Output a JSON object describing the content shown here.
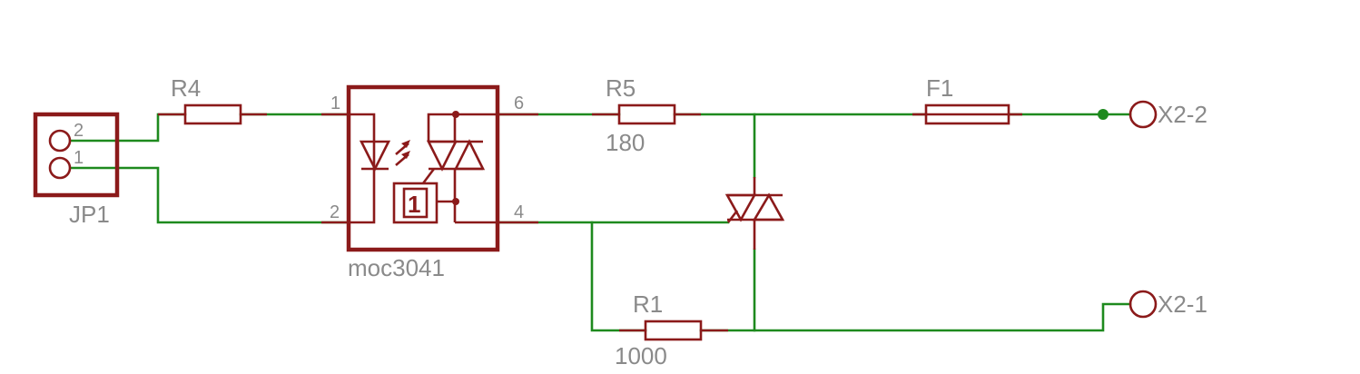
{
  "components": {
    "jp1": {
      "name": "JP1",
      "pin_top": "2",
      "pin_bottom": "1"
    },
    "r4": {
      "name": "R4"
    },
    "opto": {
      "name": "moc3041",
      "pin1": "1",
      "pin2": "2",
      "pin6": "6",
      "pin4": "4",
      "zero_cross": "1"
    },
    "r5": {
      "name": "R5",
      "value": "180"
    },
    "f1": {
      "name": "F1"
    },
    "r1": {
      "name": "R1",
      "value": "1000"
    },
    "x2_2": {
      "name": "X2-2"
    },
    "x2_1": {
      "name": "X2-1"
    }
  },
  "colors": {
    "wire": "#1e8a1e",
    "symbol": "#8b1a1a",
    "label": "#8a8a8a"
  }
}
